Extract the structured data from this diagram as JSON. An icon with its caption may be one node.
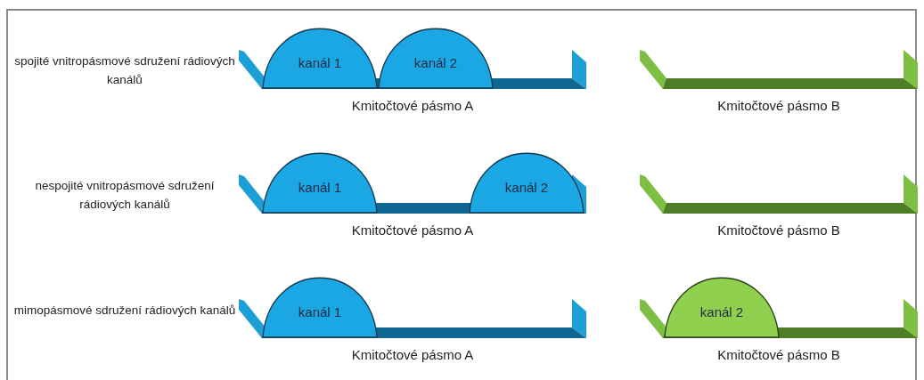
{
  "diagram": {
    "nodes": [
      {
        "text": [],
        "shape": "bar",
        "beside": [
          "Kmitočtové pásmo A"
        ]
      },
      {
        "text": [
          "kanál 1"
        ]
      },
      {
        "text": [
          "kanál 2"
        ]
      },
      {
        "text": [],
        "shape": "bar",
        "beside": [
          "Kmitočtové pásmo B"
        ]
      },
      {
        "text": [],
        "shape": "bar",
        "beside": [
          "Kmitočtové pásmo A"
        ]
      },
      {
        "text": [
          "kanál 1"
        ]
      },
      {
        "text": [
          "kanál 2"
        ]
      },
      {
        "text": [],
        "shape": "bar",
        "beside": [
          "Kmitočtové pásmo B"
        ]
      },
      {
        "text": [],
        "shape": "bar",
        "beside": [
          "Kmitočtové pásmo A"
        ]
      },
      {
        "text": [
          "kanál 1"
        ]
      },
      {
        "text": [],
        "shape": "bar",
        "beside": [
          "Kmitočtové pásmo B"
        ]
      },
      {
        "text": [
          "kanál 2"
        ]
      }
    ],
    "labels": [
      "spojité vnitropásmové sdružení rádiových kanálů",
      "nespojité vnitropásmové sdružení rádiových kanálů",
      "mimopásmové sdružení rádiových kanálů"
    ]
  }
}
